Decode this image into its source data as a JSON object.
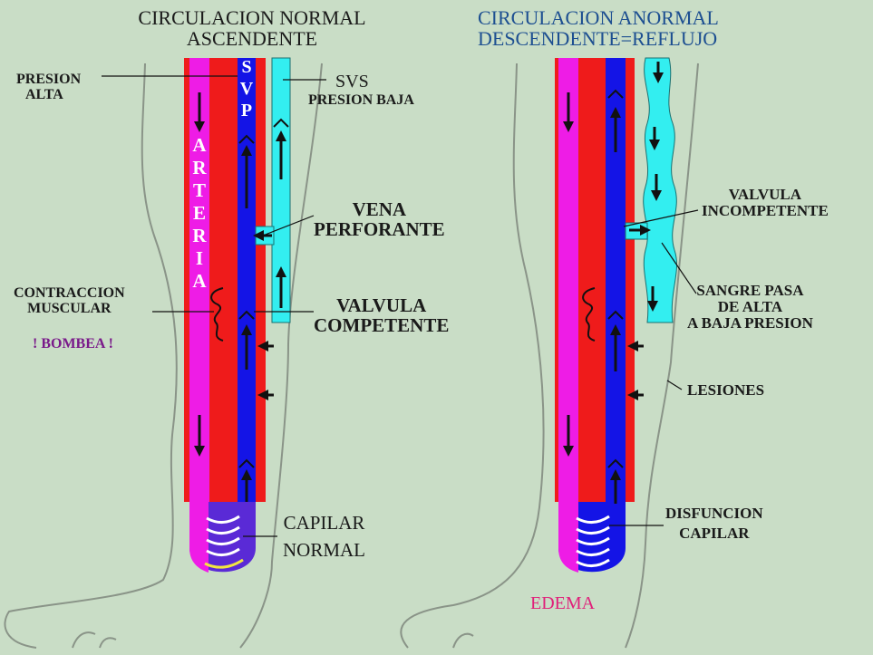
{
  "titles": {
    "left": [
      "CIRCULACION NORMAL",
      "ASCENDENTE"
    ],
    "right": [
      "CIRCULACION ANORMAL",
      "DESCENDENTE=REFLUJO"
    ]
  },
  "left_labels": {
    "presion_alta": [
      "PRESION",
      "ALTA"
    ],
    "svs": "SVS",
    "presion_baja": "PRESION BAJA",
    "vena_perforante": [
      "VENA",
      "PERFORANTE"
    ],
    "contraccion": [
      "CONTRACCION",
      "MUSCULAR"
    ],
    "bombea": "! BOMBEA !",
    "valvula_competente": [
      "VALVULA",
      "COMPETENTE"
    ],
    "capilar_normal": [
      "CAPILAR",
      "NORMAL"
    ],
    "arteria_letters": [
      "A",
      "R",
      "T",
      "E",
      "R",
      "I",
      "A"
    ],
    "svp_letters": [
      "S",
      "V",
      "P"
    ]
  },
  "right_labels": {
    "valvula_incompetente": [
      "VALVULA",
      "INCOMPETENTE"
    ],
    "sangre_pasa": [
      "SANGRE PASA",
      "DE ALTA",
      "A BAJA PRESION"
    ],
    "lesiones": "LESIONES",
    "disfuncion_capilar": [
      "DISFUNCION",
      "CAPILAR"
    ],
    "edema": "EDEMA"
  },
  "colors": {
    "background": "#c9ddc6",
    "artery_red": "#ef1b1b",
    "artery_magenta": "#ee1ce6",
    "deep_vein_blue": "#1414e6",
    "superficial_vein_cyan": "#33eef0",
    "leg_outline": "#8a9488",
    "title_blue": "#1d4f91",
    "bombea_purple": "#7a1a8a",
    "edema_pink": "#e0207a",
    "capillary_yellow": "#f2e640"
  }
}
